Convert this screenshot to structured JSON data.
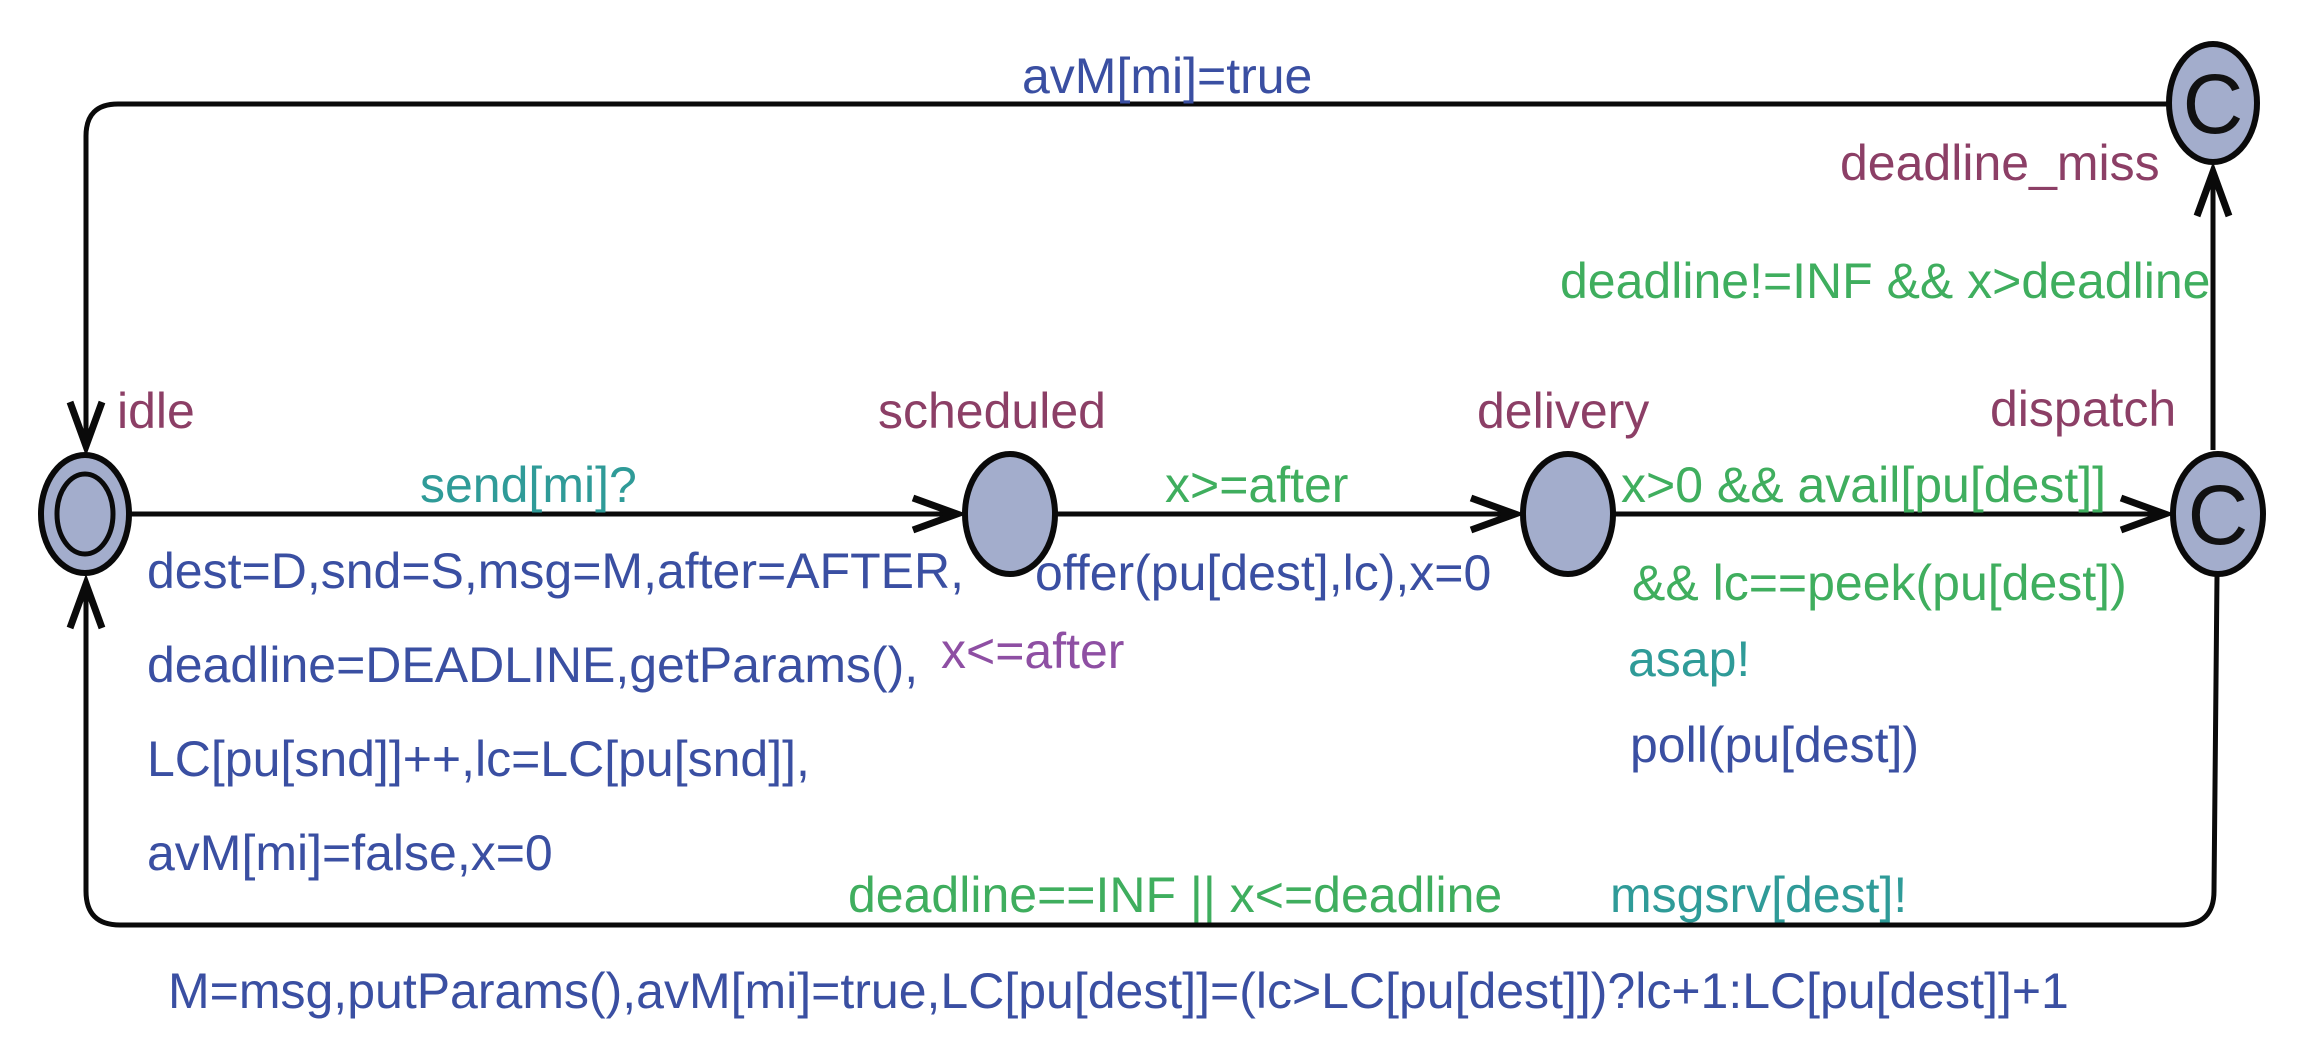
{
  "automaton": {
    "locations": {
      "idle": {
        "name": "idle",
        "kind": "initial"
      },
      "scheduled": {
        "name": "scheduled",
        "kind": "normal"
      },
      "delivery": {
        "name": "delivery",
        "kind": "normal"
      },
      "dispatch": {
        "name": "dispatch",
        "kind": "committed",
        "mark": "C"
      },
      "deadline_miss": {
        "name": "deadline_miss",
        "kind": "committed",
        "mark": "C"
      }
    },
    "invariants": {
      "scheduled": "x<=after"
    },
    "edges": {
      "idle_to_scheduled": {
        "sync": "send[mi]?",
        "update_lines": [
          "dest=D,snd=S,msg=M,after=AFTER,",
          "deadline=DEADLINE,getParams(),",
          "LC[pu[snd]]++,lc=LC[pu[snd]],",
          "avM[mi]=false,x=0"
        ]
      },
      "scheduled_to_delivery": {
        "guard": "x>=after",
        "update": "offer(pu[dest],lc),x=0"
      },
      "delivery_to_dispatch": {
        "guard_line1": "x>0 && avail[pu[dest]]",
        "guard_line2": "&& lc==peek(pu[dest])",
        "sync": "asap!",
        "update": "poll(pu[dest])"
      },
      "dispatch_to_deadline_miss": {
        "guard": "deadline!=INF && x>deadline"
      },
      "deadline_miss_to_idle": {
        "update": "avM[mi]=true"
      },
      "dispatch_to_idle": {
        "guard": "deadline==INF || x<=deadline",
        "sync": "msgsrv[dest]!",
        "update": "M=msg,putParams(),avM[mi]=true,LC[pu[dest]]=(lc>LC[pu[dest]])?lc+1:LC[pu[dest]]+1"
      }
    },
    "colors": {
      "location_name": "#8C3F66",
      "guard": "#3FAE5E",
      "sync": "#2F9B98",
      "update": "#3A4FA2",
      "invariant": "#8E4FA3",
      "node_fill": "#A3ADCC",
      "committed_mark": "#111111"
    }
  }
}
